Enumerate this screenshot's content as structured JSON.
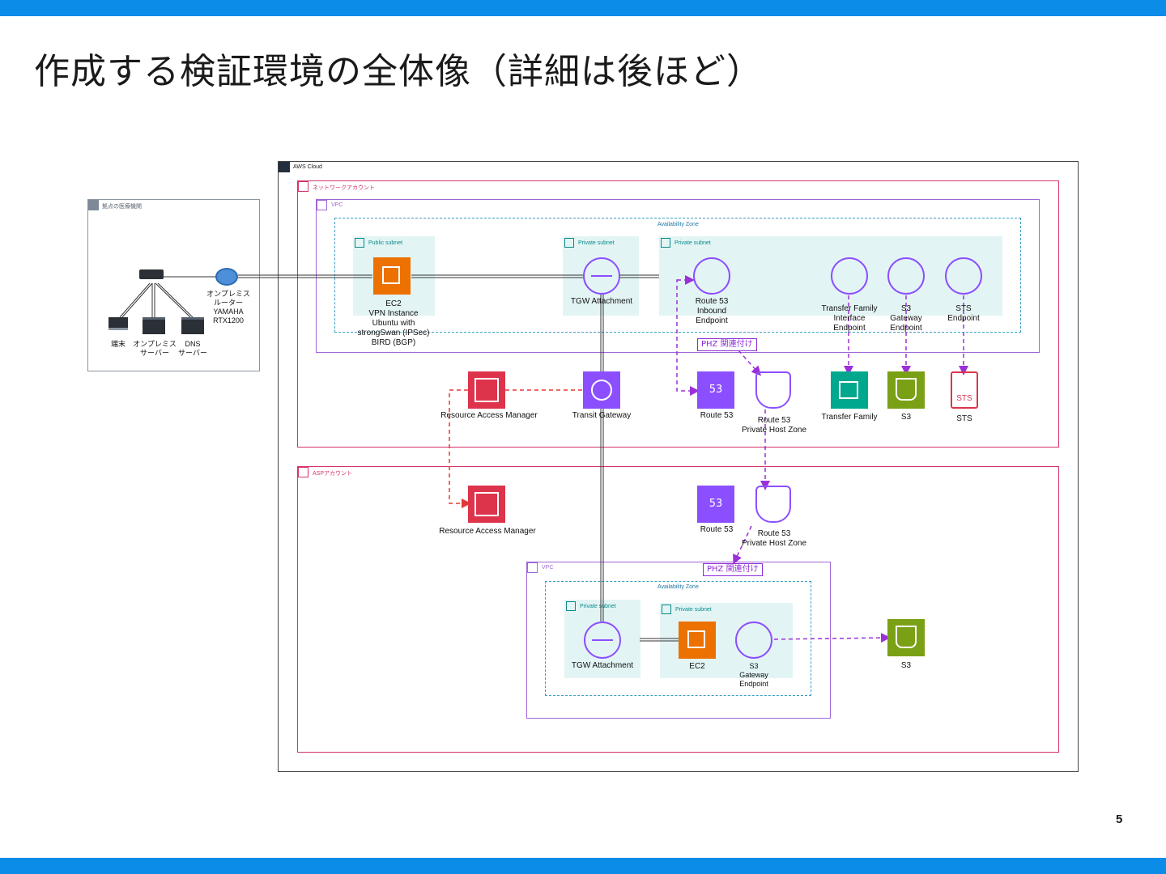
{
  "title": "作成する検証環境の全体像（詳細は後ほど）",
  "page_number": "5",
  "colors": {
    "accent_bar": "#0b8ce9",
    "account": "#d6336c",
    "vpc": "#a166d8",
    "subnet_fill": "#e3f4f5",
    "subnet_label": "#0a8a8a",
    "ec2": "#ed7100",
    "network": "#8c4fff",
    "security": "#dd344c",
    "storage": "#7aa116",
    "migration": "#01a88d",
    "dns_link": "#9b30d9",
    "ram_link": "#e53935"
  },
  "groups": {
    "aws_cloud": "AWS Cloud",
    "network_account": "ネットワークアカウント",
    "asp_account": "ASPアカウント",
    "onprem": "拠点の医療機関",
    "vpc": "VPC",
    "availability_zone": "Availability Zone",
    "public_subnet": "Public subnet",
    "private_subnet": "Private subnet"
  },
  "onprem": {
    "router": "オンプレミス\nルーター\nYAMAHA\nRTX1200",
    "terminal": "端末",
    "server": "オンプレミス\nサーバー",
    "dns_server": "DNS\nサーバー"
  },
  "network_account": {
    "ec2": "EC2\nVPN Instance\nUbuntu with\nstrongSwan (IPSec)\nBIRD (BGP)",
    "tgw_attachment": "TGW Attachment",
    "r53_inbound": "Route 53\nInbound\nEndpoint",
    "transfer_endpoint": "Transfer Family\nInterface\nEndpoint",
    "s3_endpoint": "S3\nGateway\nEndpoint",
    "sts_endpoint": "STS\nEndpoint",
    "phz_assoc": "PHZ 関連付け",
    "ram": "Resource Access Manager",
    "transit_gateway": "Transit Gateway",
    "route53": "Route 53",
    "private_host_zone": "Route 53\nPrivate Host Zone",
    "transfer_family": "Transfer Family",
    "s3": "S3",
    "sts": "STS",
    "sts_icon_text": "STS"
  },
  "asp_account": {
    "ram": "Resource Access Manager",
    "route53": "Route 53",
    "private_host_zone": "Route 53\nPrivate Host Zone",
    "phz_assoc": "PHZ 関連付け",
    "tgw_attachment": "TGW Attachment",
    "ec2": "EC2",
    "s3_endpoint": "S3\nGateway\nEndpoint",
    "s3": "S3"
  },
  "icon_names": {
    "route53_badge": "53"
  }
}
